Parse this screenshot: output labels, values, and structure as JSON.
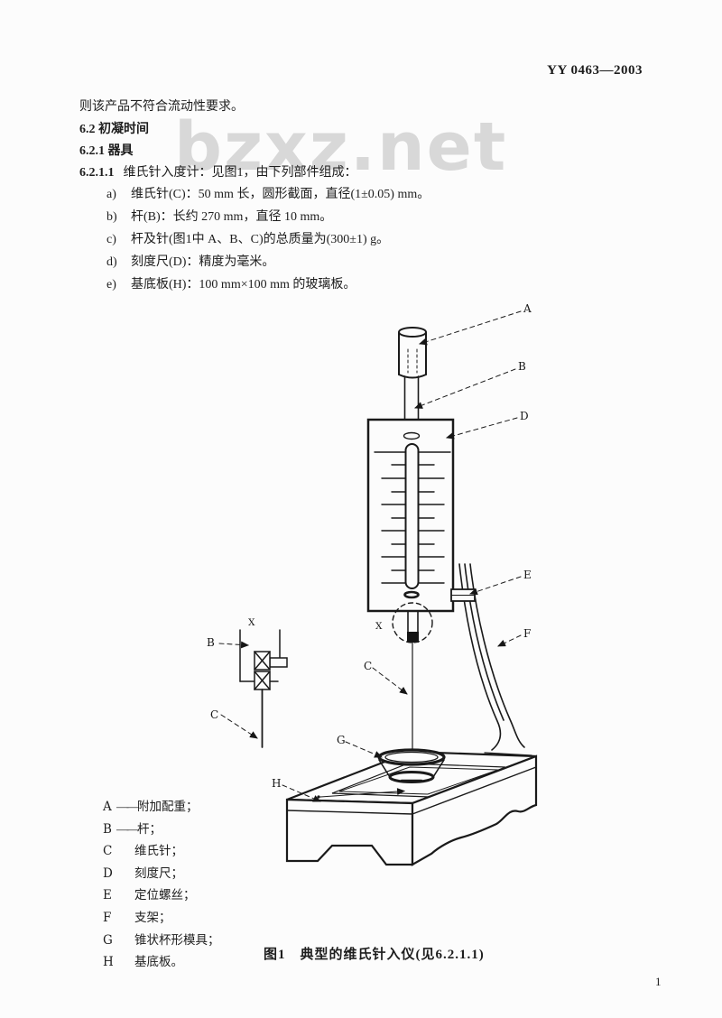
{
  "page": {
    "background": "#fcfcfc",
    "ink_color": "#1d1d1d",
    "watermark_color": "#d8d8d8",
    "page_number": "1"
  },
  "header": {
    "doc_code": "YY 0463—2003"
  },
  "watermark": {
    "text": "bzxz.net"
  },
  "body": {
    "intro": "则该产品不符合流动性要求。",
    "h62": "6.2  初凝时间",
    "h621": "6.2.1  器具",
    "h6211_num": "6.2.1.1",
    "h6211_text": "维氏针入度计：见图1，由下列部件组成：",
    "items": [
      {
        "letter": "a)",
        "text": "维氏针(C)：50 mm 长，圆形截面，直径(1±0.05) mm。"
      },
      {
        "letter": "b)",
        "text": "杆(B)：长约 270 mm，直径 10 mm。"
      },
      {
        "letter": "c)",
        "text": "杆及针(图1中 A、B、C)的总质量为(300±1) g。"
      },
      {
        "letter": "d)",
        "text": "刻度尺(D)：精度为毫米。"
      },
      {
        "letter": "e)",
        "text": "基底板(H)：100 mm×100 mm 的玻璃板。"
      }
    ]
  },
  "figure": {
    "labels": {
      "A": "A",
      "B": "B",
      "C": "C",
      "D": "D",
      "E": "E",
      "F": "F",
      "G": "G",
      "H": "H",
      "X": "X"
    },
    "legend": [
      {
        "letter": "A",
        "sep": "——",
        "label": "附加配重；"
      },
      {
        "letter": "B",
        "sep": "——",
        "label": "杆；"
      },
      {
        "letter": "C",
        "sep": "",
        "label": "维氏针；"
      },
      {
        "letter": "D",
        "sep": "",
        "label": "刻度尺；"
      },
      {
        "letter": "E",
        "sep": "",
        "label": "定位螺丝；"
      },
      {
        "letter": "F",
        "sep": "",
        "label": "支架；"
      },
      {
        "letter": "G",
        "sep": "",
        "label": "锥状杯形模具；"
      },
      {
        "letter": "H",
        "sep": "",
        "label": "基底板。"
      }
    ],
    "caption": "图1　典型的维氏针入仪(见6.2.1.1)"
  }
}
